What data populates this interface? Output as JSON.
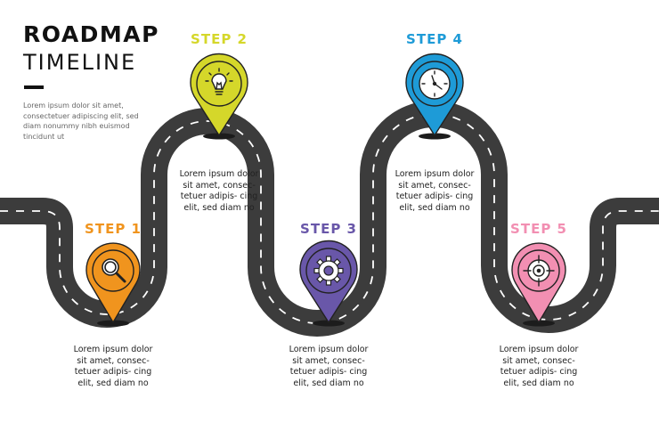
{
  "title": {
    "line1": "ROADMAP",
    "line2": "TIMELINE"
  },
  "intro": "Lorem ipsum dolor sit amet, consectetuer adipiscing elit, sed diam nonummy nibh euismod tincidunt ut",
  "steps": [
    {
      "label": "STEP 1",
      "color": "#F0941E",
      "icon": "magnifier-icon",
      "text": "Lorem ipsum dolor sit amet, consec- tetuer adipis- cing elit, sed diam no"
    },
    {
      "label": "STEP 2",
      "color": "#D5D72A",
      "icon": "lightbulb-icon",
      "text": "Lorem ipsum dolor sit amet, consec- tetuer adipis- cing elit, sed diam no"
    },
    {
      "label": "STEP 3",
      "color": "#6957A9",
      "icon": "gear-icon",
      "text": "Lorem ipsum dolor sit amet, consec- tetuer adipis- cing elit, sed diam no"
    },
    {
      "label": "STEP 4",
      "color": "#1E9BD7",
      "icon": "clock-icon",
      "text": "Lorem ipsum dolor sit amet, consec- tetuer adipis- cing elit, sed diam no"
    },
    {
      "label": "STEP 5",
      "color": "#F28FB2",
      "icon": "target-icon",
      "text": "Lorem ipsum dolor sit amet, consec- tetuer adipis- cing elit, sed diam no"
    }
  ],
  "colors": {
    "road": "#3C3C3C",
    "road_dash": "#ffffff",
    "text": "#111111",
    "muted": "#666666"
  }
}
